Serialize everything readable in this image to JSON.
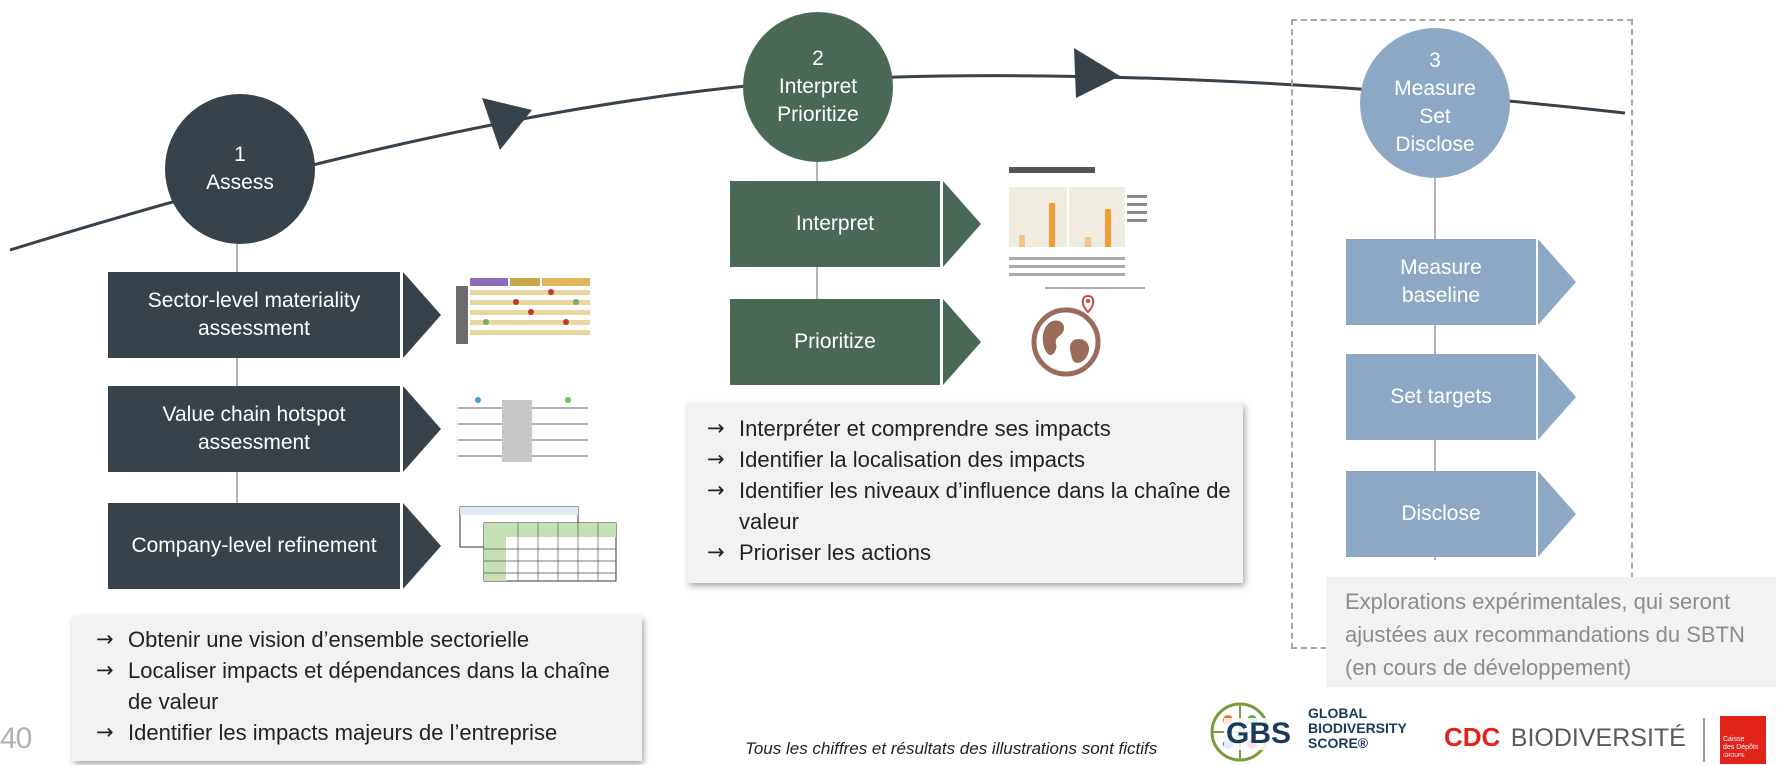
{
  "colors": {
    "assess": "#37424a",
    "interpret": "#4a6856",
    "measure": "#8da8c4",
    "note_bg": "#f2f2f2",
    "cdc_red": "#e2231a"
  },
  "steps": [
    {
      "number": "1",
      "title_lines": [
        "Assess"
      ],
      "boxes": [
        "Sector-level materiality assessment",
        "Value chain hotspot assessment",
        "Company-level refinement"
      ]
    },
    {
      "number": "2",
      "title_lines": [
        "Interpret",
        "Prioritize"
      ],
      "boxes": [
        "Interpret",
        "Prioritize"
      ]
    },
    {
      "number": "3",
      "title_lines": [
        "Measure",
        "Set",
        "Disclose"
      ],
      "boxes": [
        "Measure baseline",
        "Set targets",
        "Disclose"
      ]
    }
  ],
  "notes": {
    "assess": [
      "Obtenir une vision d’ensemble sectorielle",
      "Localiser impacts et dépendances dans la chaîne de valeur",
      "Identifier les impacts majeurs de l’entreprise"
    ],
    "interpret": [
      "Interpréter et comprendre ses impacts",
      "Identifier la localisation des impacts",
      "Identifier les niveaux d’influence dans la chaîne de valeur",
      "Prioriser les actions"
    ],
    "measure": "Explorations expérimentales, qui seront ajustées aux recommandations du SBTN (en cours de développement)"
  },
  "arrow_glyph": "→",
  "footer": {
    "page_number": "40",
    "disclaimer": "Tous les chiffres et résultats des illustrations sont fictifs",
    "gbs_logo": {
      "acronym": "GBS",
      "lines": [
        "GLOBAL",
        "BIODIVERSITY",
        "SCORE®"
      ]
    },
    "cdc_logo": {
      "brand": "CDC",
      "name": "BIODIVERSITÉ"
    },
    "caisse_logo": {
      "lines": [
        "Caisse",
        "des Dépôts",
        "GROUPE"
      ]
    }
  },
  "icons": [
    "matrix-thumbnail-icon",
    "flowchart-thumbnail-icon",
    "table-thumbnail-icon",
    "bar-chart-thumbnail-icon",
    "globe-pin-icon"
  ]
}
